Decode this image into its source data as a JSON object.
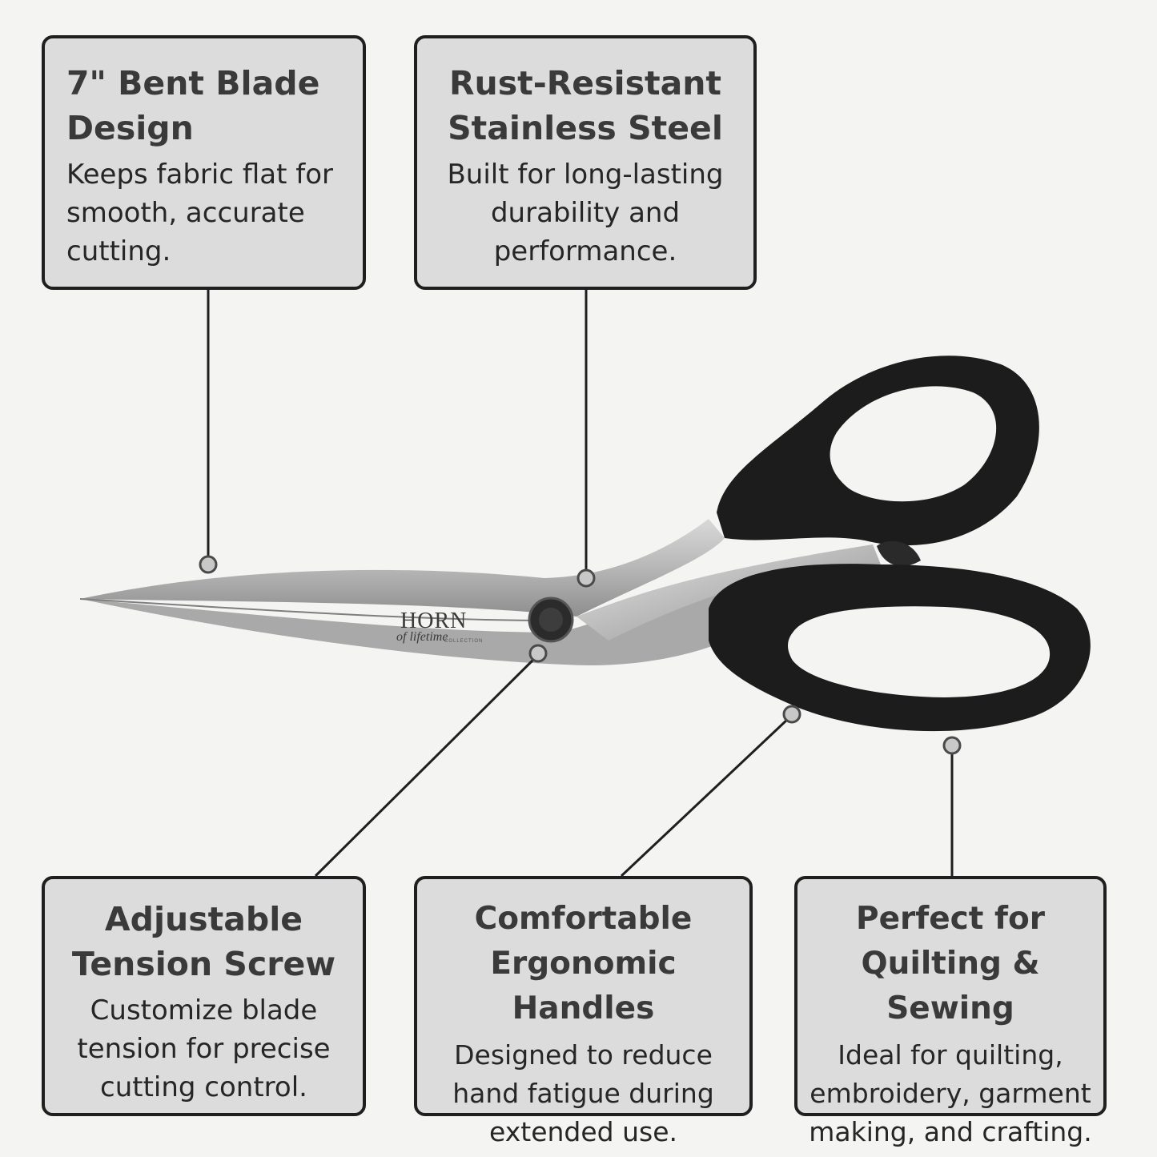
{
  "callouts": [
    {
      "title": "7\" Bent Blade Design",
      "body": "Keeps fabric flat for smooth, accurate cutting."
    },
    {
      "title": "Rust-Resistant Stainless Steel",
      "body": "Built for long-lasting durability and performance."
    },
    {
      "title": "Adjustable Tension Screw",
      "body": "Customize blade tension for precise cutting control."
    },
    {
      "title": "Comfortable Ergonomic Handles",
      "body": "Designed to reduce hand fatigue during extended use."
    },
    {
      "title": "Perfect for Quilting & Sewing",
      "body": "Ideal for quilting, embroidery, garment making, and crafting."
    }
  ],
  "brand": {
    "name": "HORN",
    "script": "of lifetime",
    "tagline": "COLLECTION"
  },
  "colors": {
    "background": "#f4f4f2",
    "callout_fill": "#dcdcdc",
    "border": "#1f1f1f",
    "handle": "#1a1a1a",
    "blade": "#b9b9b9"
  }
}
